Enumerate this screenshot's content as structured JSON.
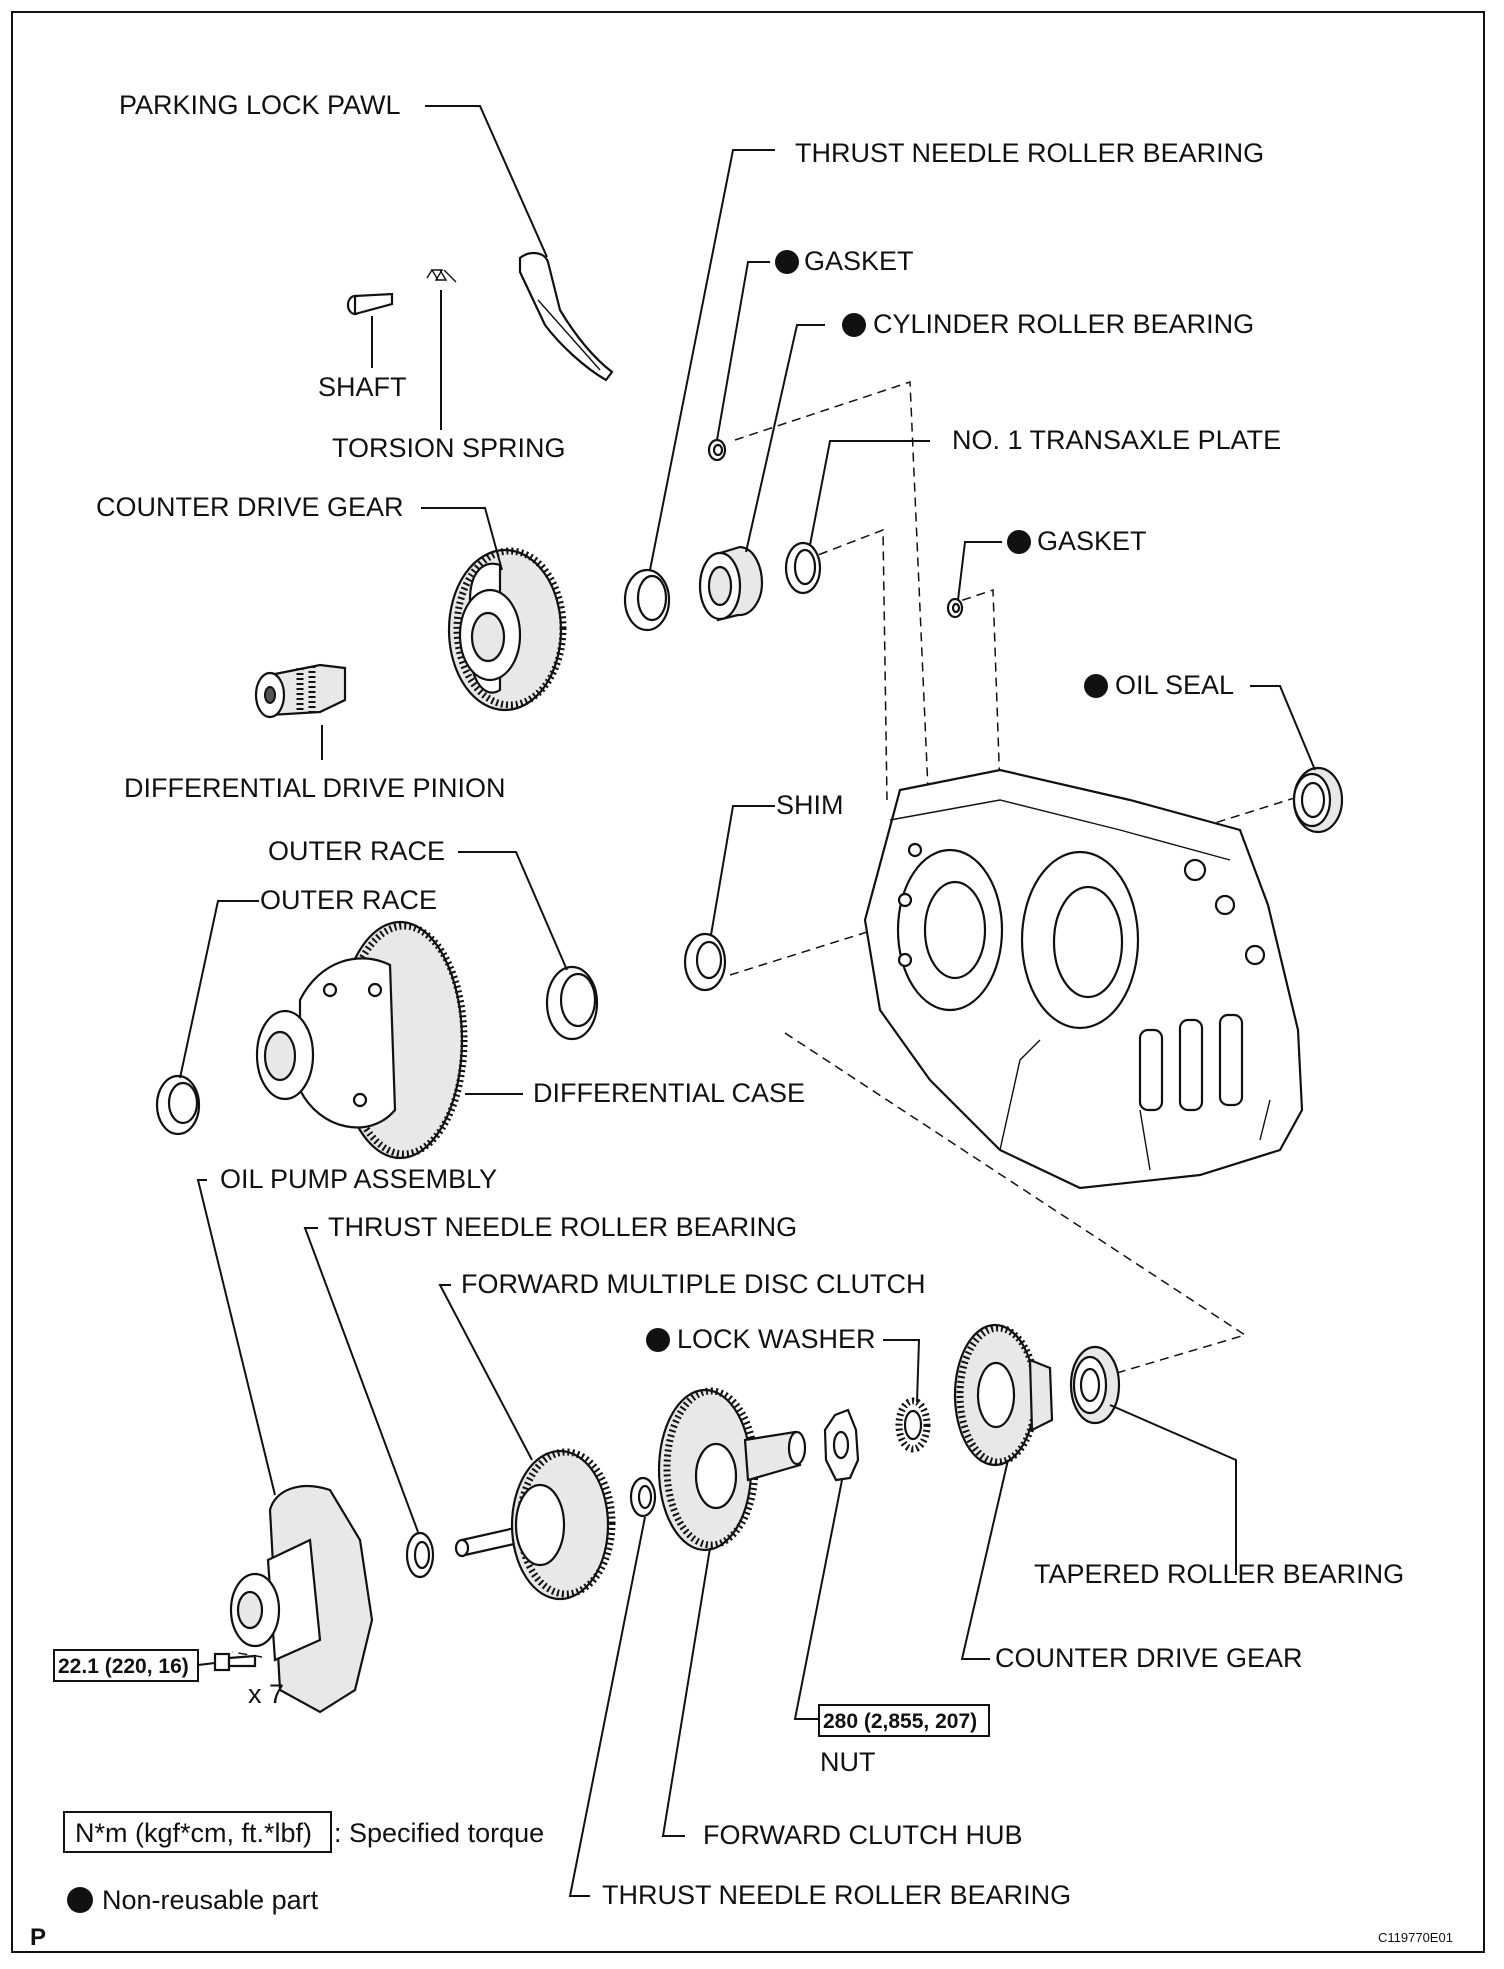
{
  "labels": {
    "parking_lock_pawl": "PARKING LOCK PAWL",
    "thrust_needle_roller_bearing_top": "THRUST NEEDLE ROLLER BEARING",
    "gasket_1": "GASKET",
    "cylinder_roller_bearing": "CYLINDER ROLLER BEARING",
    "shaft": "SHAFT",
    "torsion_spring": "TORSION SPRING",
    "no1_transaxle_plate": "NO. 1 TRANSAXLE PLATE",
    "counter_drive_gear_top": "COUNTER DRIVE GEAR",
    "gasket_2": "GASKET",
    "oil_seal": "OIL SEAL",
    "differential_drive_pinion": "DIFFERENTIAL DRIVE PINION",
    "shim": "SHIM",
    "outer_race_1": "OUTER RACE",
    "outer_race_2": "OUTER RACE",
    "differential_case": "DIFFERENTIAL CASE",
    "oil_pump_assembly": "OIL PUMP ASSEMBLY",
    "thrust_needle_roller_bearing_mid": "THRUST NEEDLE ROLLER BEARING",
    "forward_multiple_disc_clutch": "FORWARD MULTIPLE DISC CLUTCH",
    "lock_washer": "LOCK WASHER",
    "tapered_roller_bearing": "TAPERED ROLLER BEARING",
    "counter_drive_gear_bottom": "COUNTER DRIVE GEAR",
    "nut": "NUT",
    "forward_clutch_hub": "FORWARD CLUTCH HUB",
    "thrust_needle_roller_bearing_bottom": "THRUST NEEDLE ROLLER BEARING"
  },
  "torque": {
    "bolt_spec": "22.1 (220, 16)",
    "bolt_qty": "x 7",
    "nut_spec": "280 (2,855, 207)"
  },
  "legend": {
    "torque_units": "N*m (kgf*cm, ft.*lbf)",
    "torque_desc": ": Specified torque",
    "non_reusable": "Non-reusable part"
  },
  "footer": {
    "corner_letter": "P",
    "figure_code": "C119770E01"
  }
}
